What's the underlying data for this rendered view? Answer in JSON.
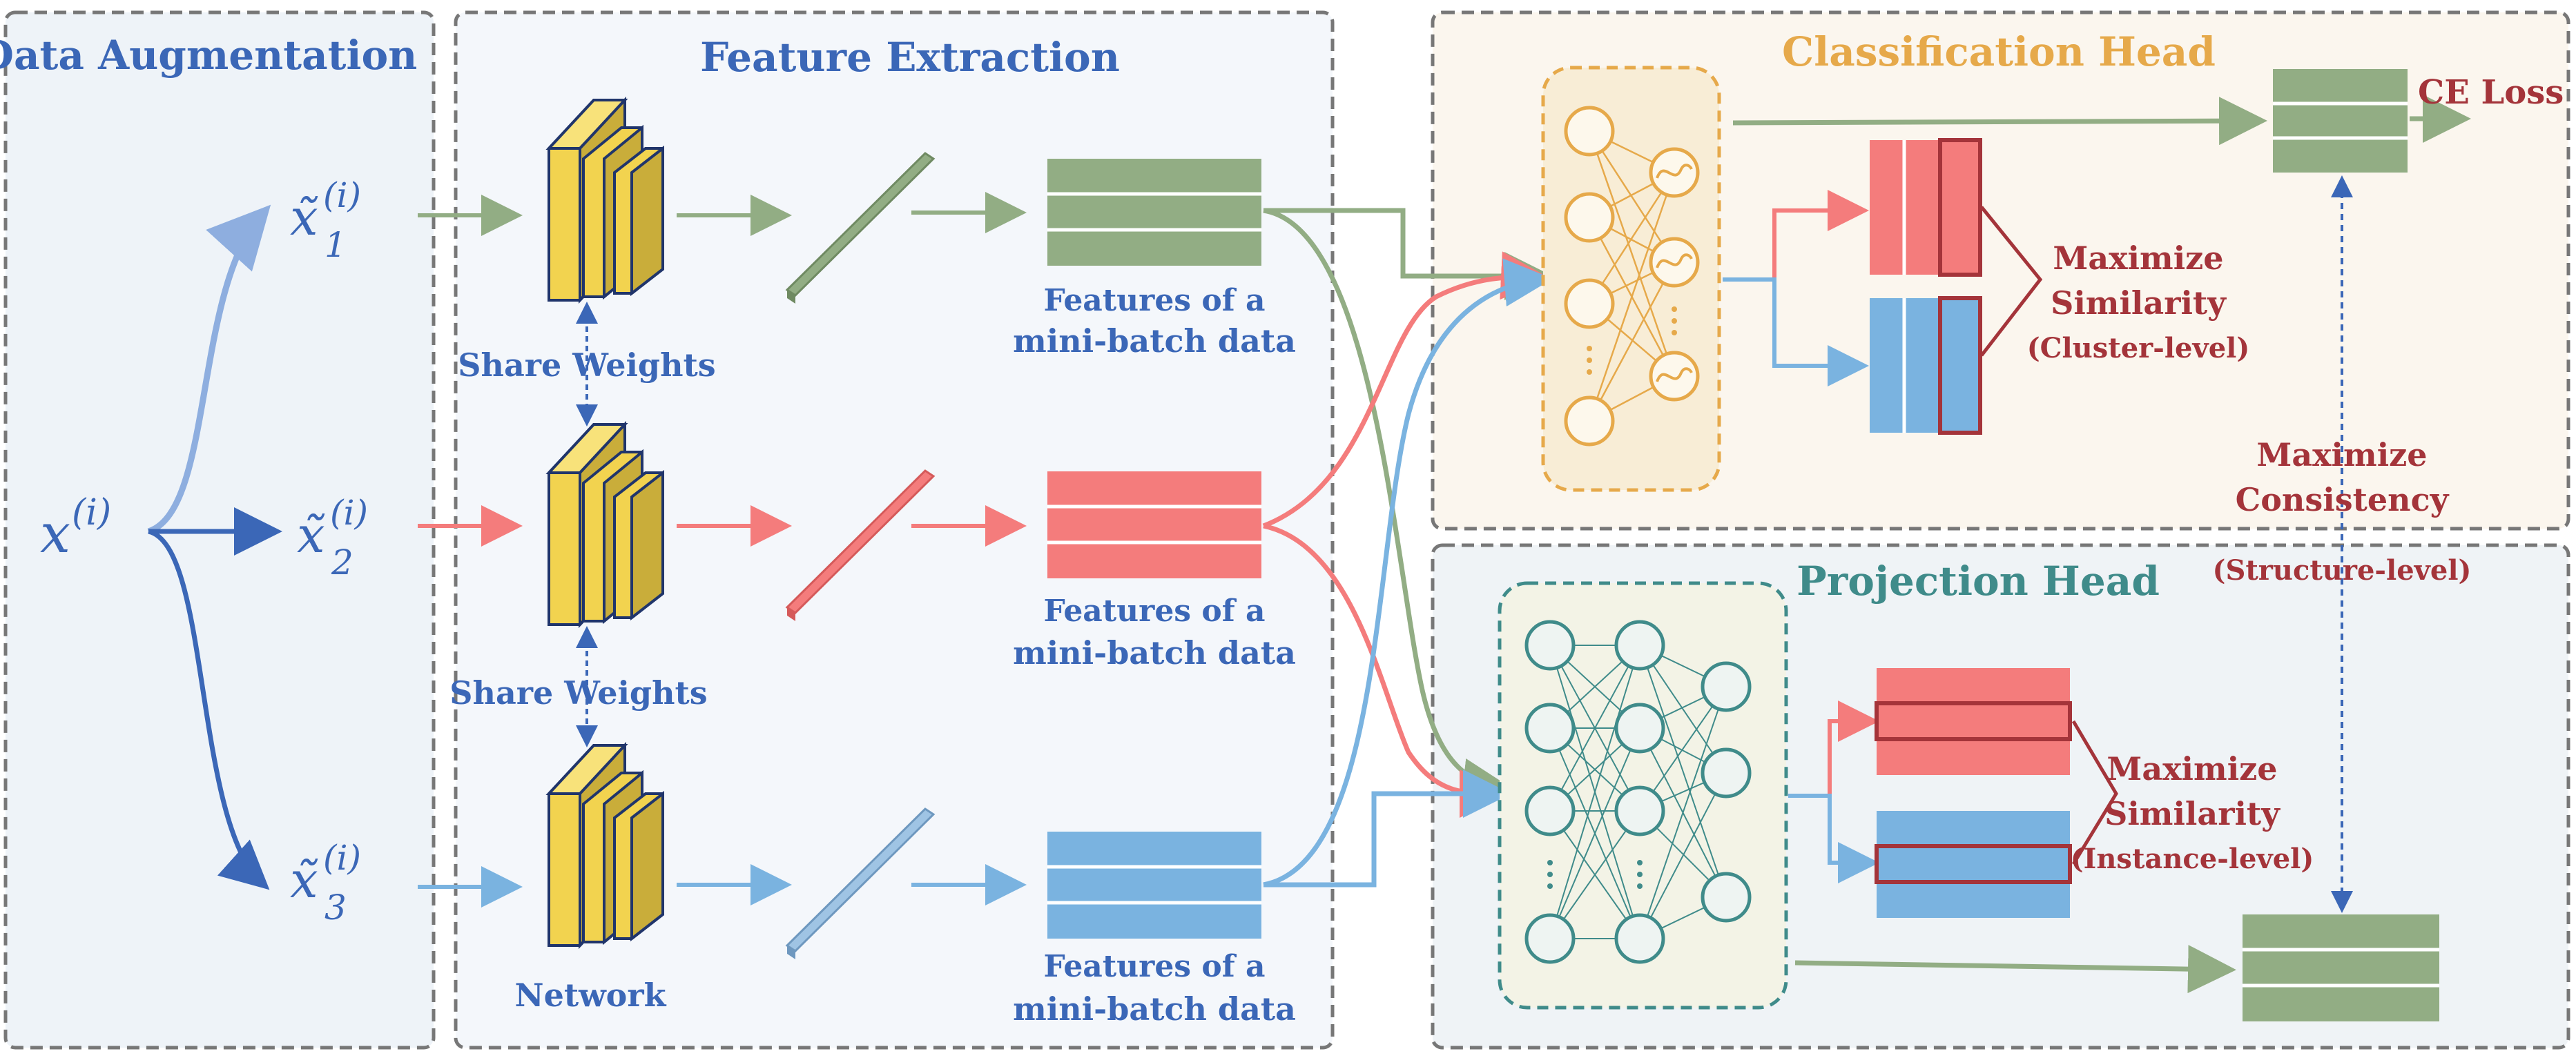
{
  "sections": {
    "data_augmentation": "Data Augmentation",
    "feature_extraction": "Feature Extraction",
    "classification_head": "Classification Head",
    "projection_head": "Projection Head"
  },
  "inputs": {
    "x": "x",
    "x_sup": "(i)",
    "tilde_x1": "x̃",
    "tilde_x1_sup": "(i)",
    "tilde_x1_sub": "1",
    "tilde_x2": "x̃",
    "tilde_x2_sup": "(i)",
    "tilde_x2_sub": "2",
    "tilde_x3": "x̃",
    "tilde_x3_sup": "(i)",
    "tilde_x3_sub": "3"
  },
  "labels": {
    "share_weights_1": "Share Weights",
    "share_weights_2": "Share Weights",
    "network": "Network",
    "features_line1": "Features of a",
    "features_line2": "mini-batch data",
    "ce_loss": "CE Loss",
    "cluster_title_1": "Maximize",
    "cluster_title_2": "Similarity",
    "cluster_sub": "(Cluster-level)",
    "consistency_1": "Maximize",
    "consistency_2": "Consistency",
    "consistency_sub": "(Structure-level)",
    "instance_title_1": "Maximize",
    "instance_title_2": "Similarity",
    "instance_sub": "(Instance-level)"
  },
  "colors": {
    "green": "#92ad84",
    "red": "#f47c7c",
    "blue": "#7ab3e0",
    "title_blue": "#3b67b7",
    "orange": "#e6a94a",
    "teal": "#3f8b8a",
    "dark_red": "#a4343a",
    "yellow": "#f2d34f",
    "outline_navy": "#20356b"
  }
}
